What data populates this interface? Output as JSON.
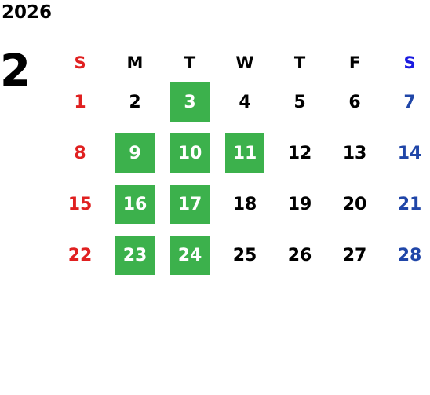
{
  "year": "2026",
  "month": "2",
  "weekdays": [
    "S",
    "M",
    "T",
    "W",
    "T",
    "F",
    "S"
  ],
  "weeks": [
    [
      "1",
      "2",
      "3",
      "4",
      "5",
      "6",
      "7"
    ],
    [
      "8",
      "9",
      "10",
      "11",
      "12",
      "13",
      "14"
    ],
    [
      "15",
      "16",
      "17",
      "18",
      "19",
      "20",
      "21"
    ],
    [
      "22",
      "23",
      "24",
      "25",
      "26",
      "27",
      "28"
    ]
  ],
  "colors": {
    "highlight": "#3cb14c",
    "sunday": "#e02020",
    "saturday": "#2046a8",
    "saturday_header": "#1a1ae0"
  }
}
